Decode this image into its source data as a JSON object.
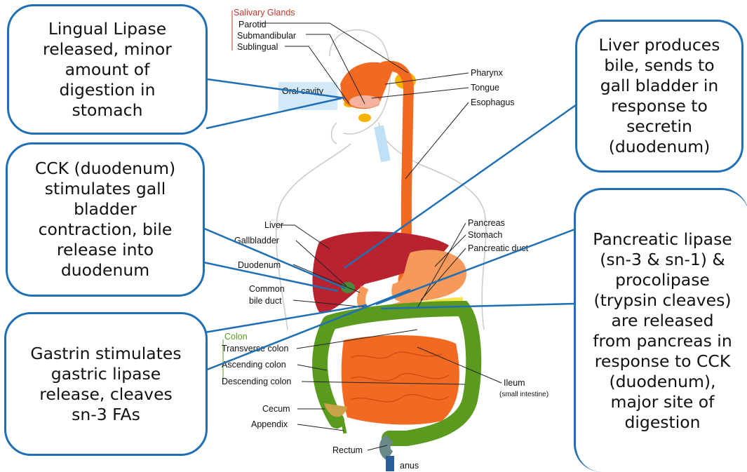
{
  "callouts": {
    "lingual": [
      "Lingual Lipase",
      "released, minor",
      "amount of",
      "digestion in",
      "stomach"
    ],
    "cck": [
      "CCK (duodenum)",
      "stimulates gall",
      "bladder",
      "contraction, bile",
      "release into",
      "duodenum"
    ],
    "gastrin": [
      "Gastrin stimulates",
      "gastric lipase",
      "release, cleaves",
      "sn-3 FAs"
    ],
    "liver": [
      "Liver produces",
      "bile, sends to",
      "gall bladder in",
      "response to",
      "secretin",
      "(duodenum)"
    ],
    "pancreatic": [
      "Pancreatic lipase",
      "(sn-3 & sn-1) &",
      "procolipase",
      "(trypsin cleaves)",
      "are released",
      "from pancreas in",
      "response to CCK",
      "(duodenum),",
      "major site of",
      "digestion"
    ]
  },
  "labels": {
    "salivary_glands": "Salivary Glands",
    "parotid": "Parotid",
    "submandibular": "Submandibular",
    "sublingual": "Sublingual",
    "oral_cavity": "Oral cavity",
    "pharynx": "Pharynx",
    "tongue": "Tongue",
    "esophagus": "Esophagus",
    "liver": "Liver",
    "gallbladder": "Gallbladder",
    "duodenum": "Duodenum",
    "common_bile_duct_1": "Common",
    "common_bile_duct_2": "bile duct",
    "pancreas": "Pancreas",
    "stomach": "Stomach",
    "pancreatic_duct": "Pancreatic duct",
    "colon": "Colon",
    "transverse_colon": "Transverse colon",
    "ascending_colon": "Ascending colon",
    "descending_colon": "Descending colon",
    "cecum": "Cecum",
    "appendix": "Appendix",
    "rectum": "Rectum",
    "anus": "anus",
    "ileum": "Ileum",
    "small_intestine": "(small intestine)"
  },
  "colors": {
    "callout_border": "#1f6fb5",
    "organ_orange": "#f26a22",
    "liver_red": "#b8232f",
    "colon_green": "#5a9a1f",
    "salivary_yellow": "#f4b400",
    "pancreas_yellow": "#f7e34a"
  }
}
